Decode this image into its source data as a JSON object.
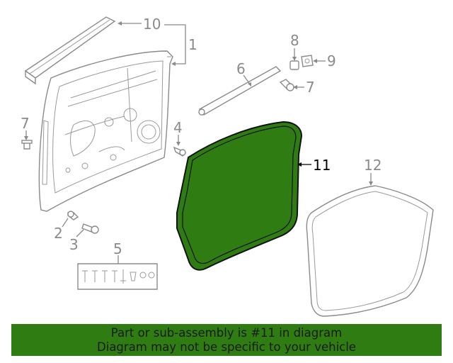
{
  "colors": {
    "highlight_fill": "#2f7d12",
    "highlight_stroke": "#111111",
    "banner_bg": "#2f7d12",
    "line_gray": "#8a8a8a"
  },
  "callouts": {
    "c1": "1",
    "c2": "2",
    "c3": "3",
    "c4": "4",
    "c5": "5",
    "c6": "6",
    "c7a": "7",
    "c7b": "7",
    "c8": "8",
    "c9": "9",
    "c10": "10",
    "c11": "11",
    "c12": "12"
  },
  "highlighted_part": "11",
  "banner": {
    "line1": "Part or sub-assembly is #11 in diagram",
    "line2": "Diagram may not be specific to your vehicle"
  }
}
